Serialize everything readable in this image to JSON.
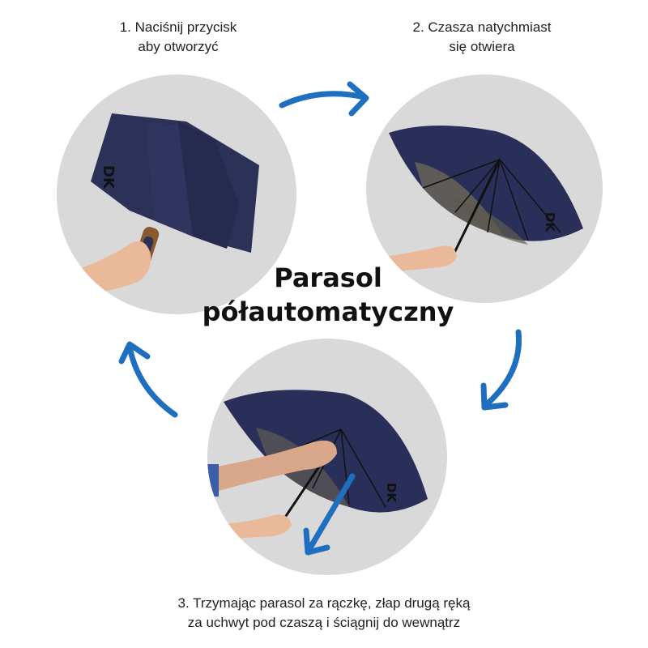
{
  "steps": [
    {
      "number": "1.",
      "line1": "1. Naciśnij przycisk",
      "line2": "aby otworzyć"
    },
    {
      "number": "2.",
      "line1": "2. Czasza natychmiast",
      "line2": "się otwiera"
    },
    {
      "number": "3.",
      "line1": "3. Trzymając parasol za rączkę, złap drugą ręką",
      "line2": "za uchwyt pod czaszą i ściągnij do wewnątrz"
    }
  ],
  "title": {
    "line1": "Parasol",
    "line2": "półautomatyczny"
  },
  "images": [
    {
      "label": "closed-umbrella-in-hand",
      "brand": "DK"
    },
    {
      "label": "opened-umbrella-in-hand",
      "brand": "DK"
    },
    {
      "label": "closing-umbrella-two-hands",
      "brand": "DK"
    }
  ],
  "colors": {
    "arrow": "#1f6fc1",
    "circle_bg": "#d9d9d9",
    "canopy": "#2a2f5a",
    "skin": "#e9b99a",
    "handle": "#8a5a2f"
  }
}
